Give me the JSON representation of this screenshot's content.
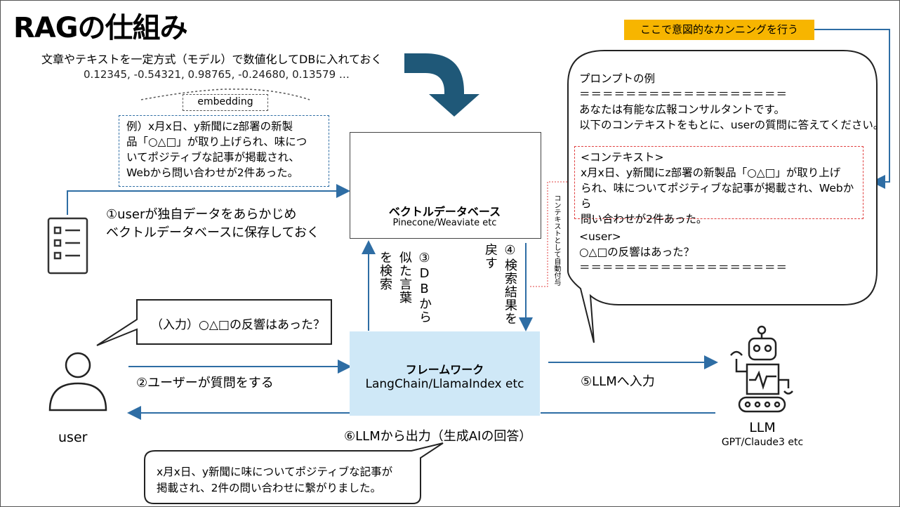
{
  "title": "RAGの仕組み",
  "header": {
    "line1": "文章やテキストを一定方式（モデル）で数値化してDBに入れておく",
    "line2": "0.12345, -0.54321, 0.98765, -0.24680, 0.13579 …",
    "embedding": "embedding"
  },
  "example": {
    "line1": "例）x月x日、y新聞にz部署の新製",
    "line2": "品「○△□」が取り上げられ、味につ",
    "line3": "いてポジティブな記事が掲載され、",
    "line4": "Webから問い合わせが2件あった。"
  },
  "vector_db": {
    "label": "ベクトルデータベース",
    "sub": "Pinecone/Weaviate etc"
  },
  "framework": {
    "label": "フレームワーク",
    "sub": "LangChain/LlamaIndex etc"
  },
  "steps": {
    "s1_line1": "①userが独自データをあらかじめ",
    "s1_line2": "ベクトルデータベースに保存しておく",
    "s2": "②ユーザーが質問をする",
    "s3_col1": "③DBから",
    "s3_col2": "似た言葉",
    "s3_col3": "を検索",
    "s4_col1": "④検索結果を",
    "s4_col2": "戻す",
    "s5": "⑤LLMへ入力",
    "s6": "⑥LLMから出力（生成AIの回答）",
    "context_auto": "コンテキストとして自動付与"
  },
  "user": {
    "label": "user",
    "speech": "（入力）○△□の反響はあった？"
  },
  "llm": {
    "label": "LLM",
    "sub": "GPT/Claude3 etc"
  },
  "answer": {
    "line1": "x月x日、y新聞に味についてポジティブな記事が",
    "line2": "掲載され、2件の問い合わせに繋がりました。"
  },
  "badge": "ここで意図的なカンニングを行う",
  "prompt": {
    "title": "プロンプトの例",
    "sep": "＝＝＝＝＝＝＝＝＝＝＝＝＝＝＝＝＝＝",
    "l1": "あなたは有能な広報コンサルタントです。",
    "l2": "以下のコンテキストをもとに、userの質問に答えてください。",
    "ctx_title": "<コンテキスト>",
    "ctx1": "x月x日、y新聞にz部署の新製品「○△□」が取り上げ",
    "ctx2": "られ、味についてポジティブな記事が掲載され、Webから",
    "ctx3": "問い合わせが2件あった。",
    "user_title": "<user>",
    "user_q": "○△□の反響はあった？",
    "sep2": "＝＝＝＝＝＝＝＝＝＝＝＝＝＝＝＝＝＝"
  },
  "colors": {
    "arrow": "#2e6da4",
    "big_arrow": "#1f5878",
    "badge": "#f7b500",
    "framework": "#cfe8f7",
    "context_line": "#e04040"
  }
}
